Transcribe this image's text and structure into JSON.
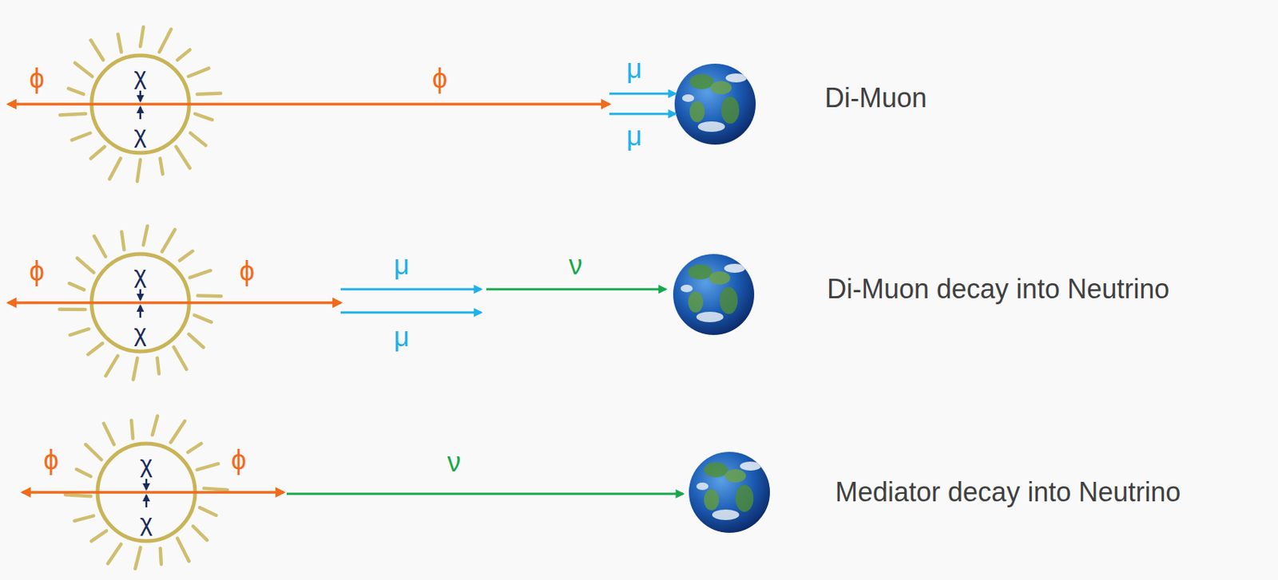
{
  "diagram": {
    "labels": [
      "ϕ",
      "χ",
      "χ",
      "ϕ",
      "μ",
      "μ",
      "Di-Muon",
      "ϕ",
      "χ",
      "χ",
      "ϕ",
      "μ",
      "ν",
      "μ",
      "Di-Muon decay into Neutrino",
      "ϕ",
      "χ",
      "χ",
      "ϕ",
      "ν",
      "Mediator decay into Neutrino"
    ]
  }
}
